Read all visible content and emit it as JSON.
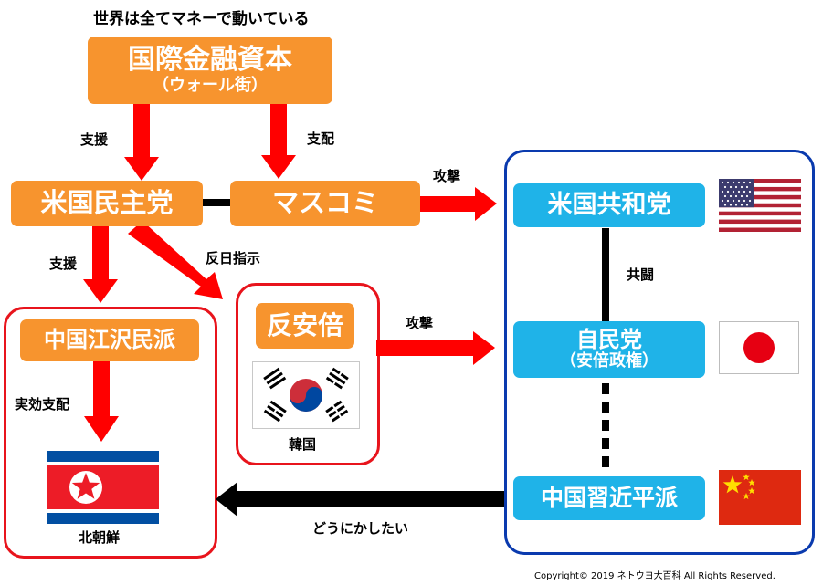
{
  "top_caption": "世界は全てマネーで動いている",
  "nodes": {
    "capital": {
      "title": "国際金融資本",
      "subtitle": "（ウォール街）"
    },
    "us_democrats": {
      "title": "米国民主党"
    },
    "mass_media": {
      "title": "マスコミ"
    },
    "china_jiang": {
      "title": "中国江沢民派"
    },
    "anti_abe": {
      "title": "反安倍"
    },
    "us_republicans": {
      "title": "米国共和党"
    },
    "ldp": {
      "title": "自民党",
      "subtitle": "（安倍政権）"
    },
    "china_xi": {
      "title": "中国習近平派"
    }
  },
  "edges": {
    "support_1": "支援",
    "control": "支配",
    "attack_1": "攻撃",
    "support_2": "支援",
    "anti_japan": "反日指示",
    "effective_control": "実効支配",
    "attack_2": "攻撃",
    "joint_struggle": "共闘",
    "want_to_handle": "どうにかしたい"
  },
  "flag_captions": {
    "korea": "韓国",
    "north_korea": "北朝鮮"
  },
  "flags": [
    "usa-flag",
    "japan-flag",
    "china-flag",
    "south-korea-flag",
    "north-korea-flag"
  ],
  "copyright": "Copyright© 2019 ネトウヨ大百科 All Rights Reserved.",
  "colors": {
    "orange_box": "#F7942E",
    "blue_box": "#1FB3E8",
    "arrow_red": "#FF0000",
    "frame_red": "#E8141C",
    "frame_blue": "#0A3AAE",
    "arrow_black": "#000000"
  }
}
